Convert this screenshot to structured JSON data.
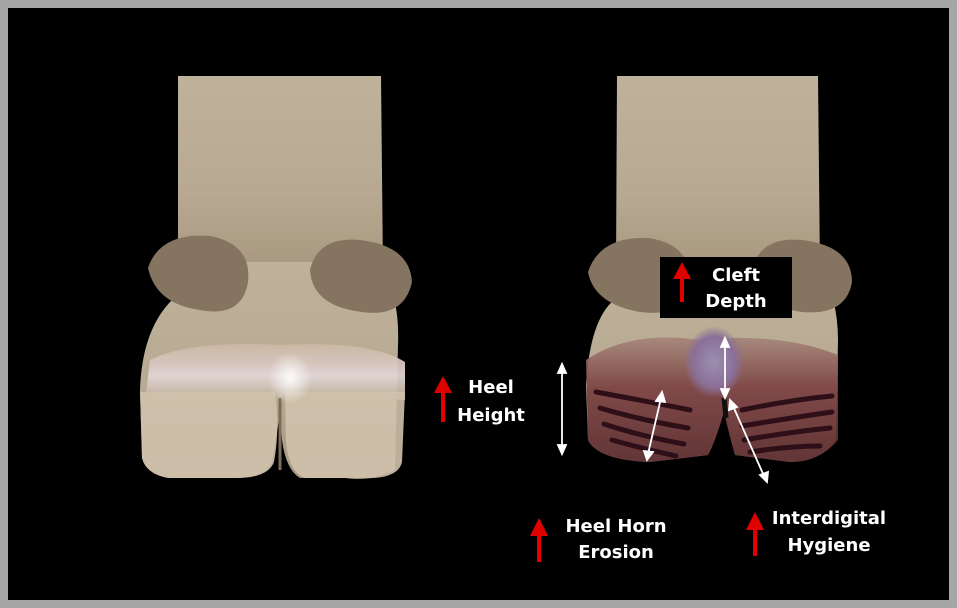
{
  "labels": {
    "heel_height": [
      "Heel",
      "Height"
    ],
    "cleft_depth": [
      "Cleft",
      "Depth"
    ],
    "heel_horn_erosion": [
      "Heel Horn",
      "Erosion"
    ],
    "interdigital_hygiene": [
      "Interdigital",
      "Hygiene"
    ]
  },
  "colors": {
    "background": "#000000",
    "border": "#a6a6a6",
    "indicator_arrow": "#e00000",
    "measure_arrow": "#ffffff",
    "label_text": "#ffffff",
    "cleft_label_box": "#000000"
  },
  "icons": {
    "increase": "red-up-arrow-icon",
    "measure": "double-headed-arrow-icon"
  }
}
